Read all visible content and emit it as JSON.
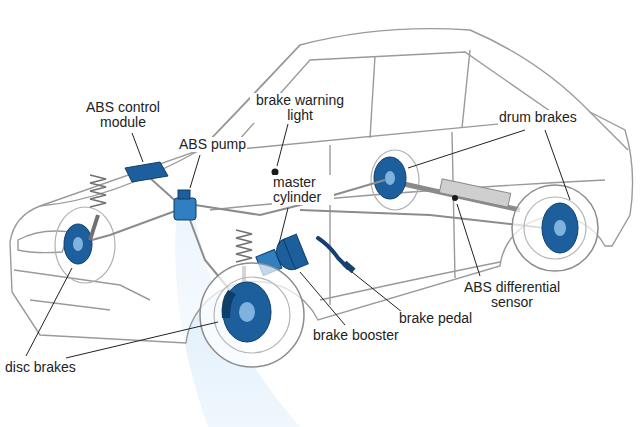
{
  "diagram": {
    "labels": [
      "ABS control module",
      "brake warning light",
      "drum brakes",
      "ABS pump",
      "master cylinder",
      "ABS differential sensor",
      "brake pedal",
      "brake booster",
      "disc brakes"
    ]
  }
}
